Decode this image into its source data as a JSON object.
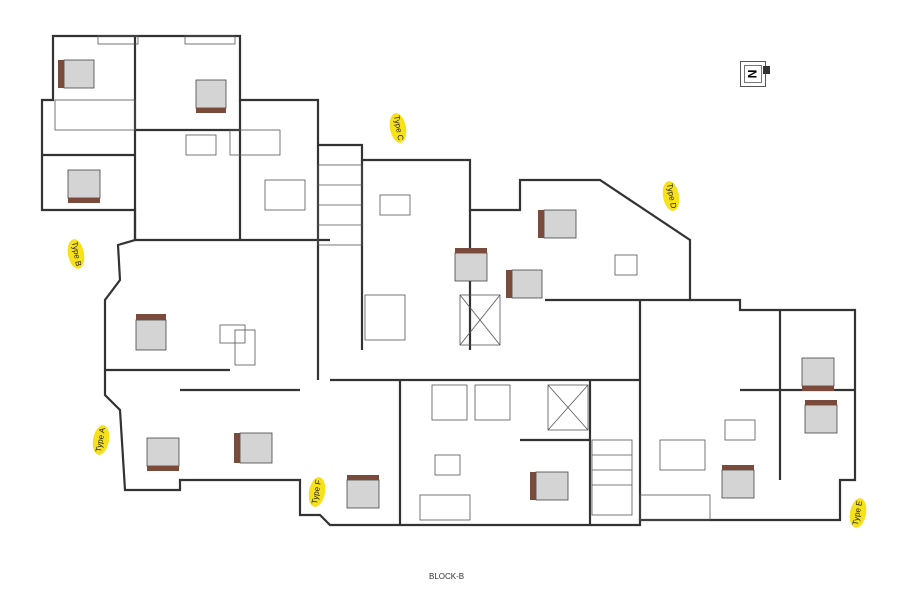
{
  "plan": {
    "title": "BLOCK-B",
    "north_label": "N",
    "unit_types": [
      {
        "id": "A",
        "label": "Type A"
      },
      {
        "id": "B",
        "label": "Type B"
      },
      {
        "id": "C",
        "label": "Type C"
      },
      {
        "id": "D",
        "label": "Type D"
      },
      {
        "id": "E",
        "label": "Type E"
      },
      {
        "id": "F",
        "label": "Type F"
      }
    ],
    "colors": {
      "badge": "#f7e11a",
      "headboard": "#7a4a3a",
      "bed": "#d4d4d4",
      "wall": "#333333"
    }
  }
}
